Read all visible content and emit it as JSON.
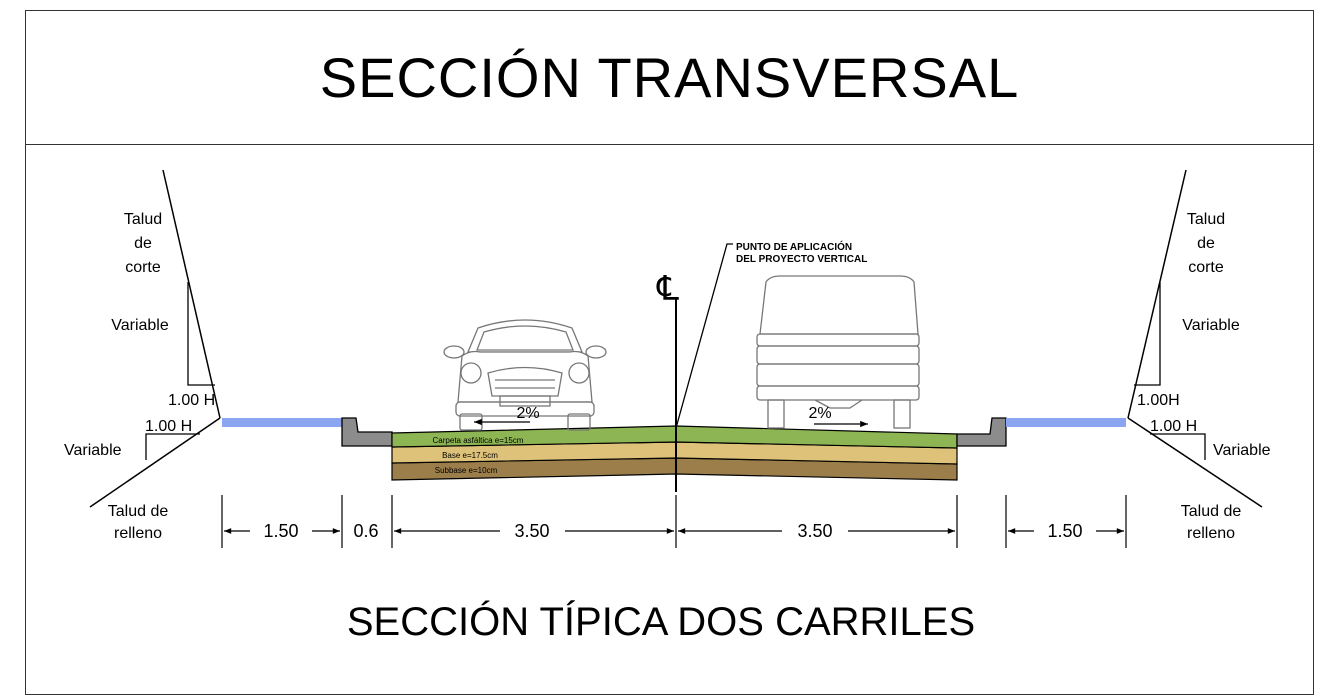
{
  "drawing": {
    "title": "SECCIÓN TRANSVERSAL",
    "subtitle": "SECCIÓN TÍPICA DOS CARRILES"
  },
  "labels": {
    "cut_slope_left": [
      "Talud",
      "de",
      "corte"
    ],
    "cut_slope_right": [
      "Talud",
      "de",
      "corte"
    ],
    "variable": "Variable",
    "ratio_left_upper": "1.00 H",
    "ratio_left_lower": "1.00 H",
    "ratio_right_upper": "1.00H",
    "ratio_right_lower": "1.00 H",
    "fill_slope_left": [
      "Talud de",
      "relleno"
    ],
    "fill_slope_right": [
      "Talud de",
      "relleno"
    ],
    "centerline": "℄",
    "application_point": [
      "PUNTO DE APLICACIÓN",
      "DEL PROYECTO VERTICAL"
    ],
    "slope_left": "2%",
    "slope_right": "2%"
  },
  "layers": {
    "asphalt": "Carpeta asfáltica e=15cm",
    "base": "Base e=17.5cm",
    "subbase": "Subbase e=10cm"
  },
  "dimensions": {
    "sidewalk_left": "1.50",
    "curb_left": "0.6",
    "lane_left": "3.50",
    "lane_right": "3.50",
    "sidewalk_right": "1.50"
  },
  "colors": {
    "asphalt": "#8db553",
    "base": "#dfc27a",
    "subbase": "#9c7e4b",
    "sidewalk": "#8aa6f0",
    "curb": "#8c8c8c"
  }
}
